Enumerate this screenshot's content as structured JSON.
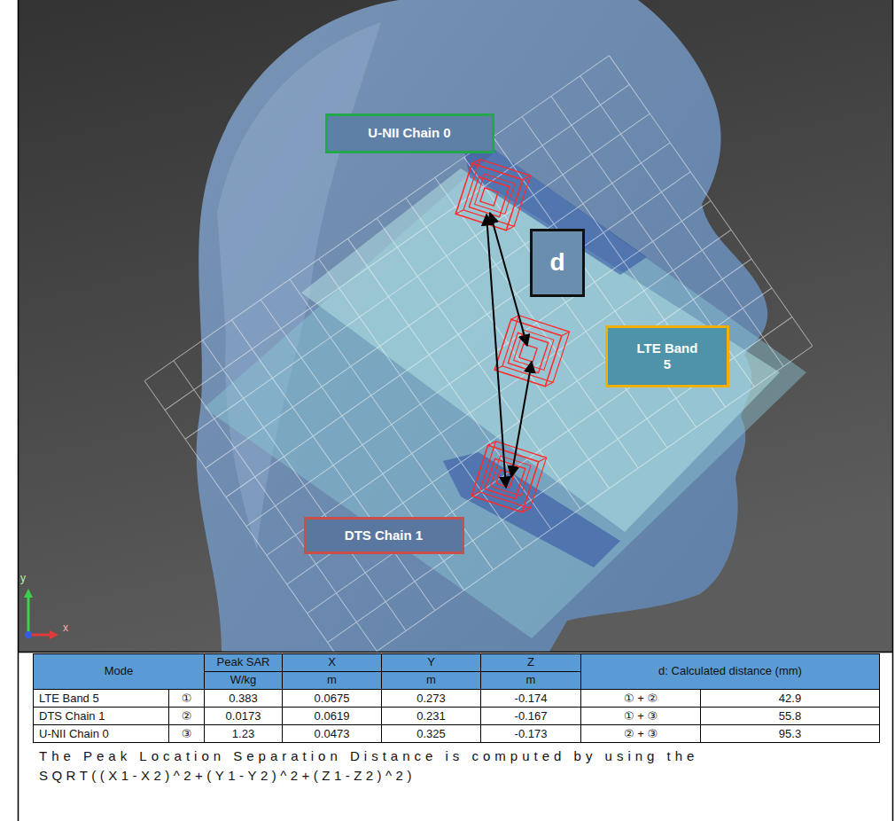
{
  "diagram": {
    "nodes": [
      {
        "text": [
          "U-NII Chain 0"
        ]
      },
      {
        "text": [
          "d"
        ]
      },
      {
        "text": [
          "LTE Band 5"
        ]
      },
      {
        "text": [
          "DTS Chain 1"
        ]
      }
    ],
    "labels": [
      "y",
      "x",
      "Mode",
      "Peak SAR",
      "X",
      "Y",
      "Z",
      "d: Calculated distance (mm)",
      "W/kg",
      "m",
      "m",
      "m",
      "LTE Band 5",
      "①",
      "0.383",
      "0.0675",
      "0.273",
      "-0.174",
      "① + ②",
      "42.9",
      "DTS Chain 1",
      "②",
      "0.0173",
      "0.0619",
      "0.231",
      "-0.167",
      "① + ③",
      "55.8",
      "U-NII Chain 0",
      "③",
      "1.23",
      "0.0473",
      "0.325",
      "-0.173",
      "② + ③",
      "95.3",
      "The Peak Location Separation Distance is computed by using the",
      "SQRT((X1-X2)^2+(Y1-Y2)^2+(Z1-Z2)^2)"
    ]
  }
}
